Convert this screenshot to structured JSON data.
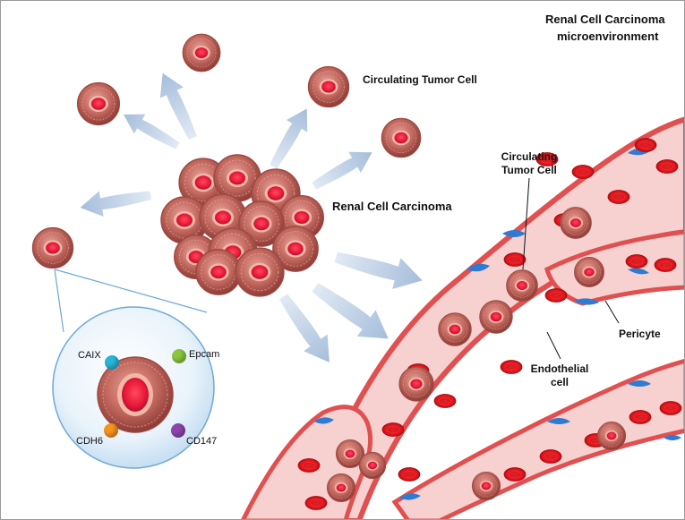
{
  "title": {
    "line1": "Renal Cell Carcinoma",
    "line2": "microenvironment"
  },
  "labels": {
    "ctc_top": "Circulating Tumor Cell",
    "tumor": "Renal Cell Carcinoma",
    "ctc_vessel_line1": "Circulating",
    "ctc_vessel_line2": "Tumor Cell",
    "pericyte": "Pericyte",
    "endothelial_line1": "Endothelial",
    "endothelial_line2": "cell"
  },
  "markers": [
    {
      "name": "CAIX",
      "color": "#29b6d6"
    },
    {
      "name": "Epcam",
      "color": "#8cc63f"
    },
    {
      "name": "CDH6",
      "color": "#f7941d"
    },
    {
      "name": "CD147",
      "color": "#8e44ad"
    }
  ],
  "colors": {
    "cell": "#c0504d",
    "cell_nucleus": "#e8173a",
    "vessel_wall": "#e05050",
    "vessel_lumen": "#f9d5d5",
    "rbc": "#e0141b",
    "pericyte": "#2e7bd1",
    "arrow": "#a8c0dc"
  }
}
